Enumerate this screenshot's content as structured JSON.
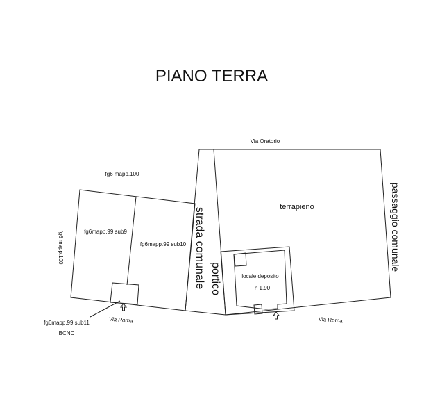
{
  "title": "PIANO TERRA",
  "labels": {
    "via_oratorio": "Via Oratorio",
    "fg6_mapp100_top": "fg6 mapp.100",
    "fg6_mapp100_left": "fg6 mapp.100",
    "sub9": "fg6mapp.99 sub9",
    "sub10": "fg6mapp.99 sub10",
    "sub11": "fg6mapp.99 sub11",
    "bcnc": "BCNC",
    "via_roma_left": "Via Roma",
    "via_roma_right": "Via Roma",
    "strada_comunale": "strada comunale",
    "portico": "portico",
    "terrapieno": "terrapieno",
    "passaggio_comunale": "passaggio comunale",
    "locale_deposito": "locale deposito",
    "height": "h 1.90"
  }
}
